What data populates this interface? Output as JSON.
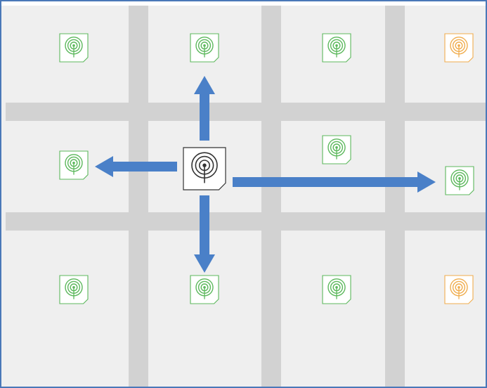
{
  "colors": {
    "background": "#efefef",
    "road": "#d2d2d2",
    "border": "#4a78b8",
    "arrow": "#4a80c8",
    "node_normal": "#5cb85c",
    "node_warning": "#f0ad4e",
    "node_center": "#333333"
  },
  "icon": "wireless-signal-icon",
  "nodes": [
    {
      "id": "r1c1",
      "status": "normal"
    },
    {
      "id": "r1c2",
      "status": "normal"
    },
    {
      "id": "r1c3",
      "status": "normal"
    },
    {
      "id": "r1c4",
      "status": "warning"
    },
    {
      "id": "r2c1",
      "status": "normal"
    },
    {
      "id": "r2c2",
      "status": "center"
    },
    {
      "id": "r2c3",
      "status": "normal"
    },
    {
      "id": "r2c4",
      "status": "normal"
    },
    {
      "id": "r3c1",
      "status": "normal"
    },
    {
      "id": "r3c2",
      "status": "normal"
    },
    {
      "id": "r3c3",
      "status": "normal"
    },
    {
      "id": "r3c4",
      "status": "warning"
    }
  ],
  "arrows": [
    {
      "from": "r2c2",
      "to": "r1c2"
    },
    {
      "from": "r2c2",
      "to": "r2c1"
    },
    {
      "from": "r2c2",
      "to": "r2c4"
    },
    {
      "from": "r2c2",
      "to": "r3c2"
    }
  ]
}
